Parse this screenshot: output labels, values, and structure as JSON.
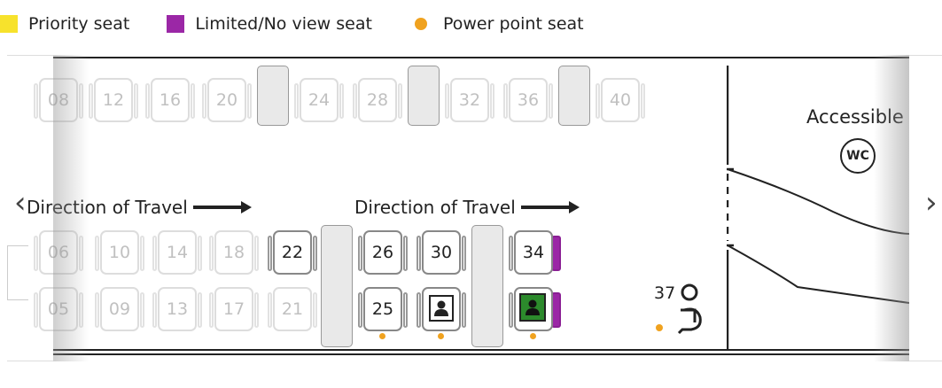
{
  "legend": [
    {
      "label": "Priority seat",
      "color": "#f7e22c",
      "kind": "square"
    },
    {
      "label": "Limited/No view seat",
      "color": "#9b27a6",
      "kind": "square"
    },
    {
      "label": "Power point seat",
      "color": "#f0a21f",
      "kind": "dot"
    }
  ],
  "coach": {
    "direction_label": "Direction of Travel",
    "accessible_label": "Accessible",
    "wc_label": "WC",
    "wheelchair_number": "37",
    "nav": {
      "left": "‹",
      "right": "›"
    },
    "top_row_seats": [
      "08",
      "12",
      "16",
      "20",
      "24",
      "28",
      "32",
      "36",
      "40"
    ],
    "middle_row_seats": [
      "06",
      "10",
      "14",
      "18",
      "22",
      "26",
      "30",
      "34"
    ],
    "bottom_row_seats": [
      "05",
      "09",
      "13",
      "17",
      "21",
      "25",
      "",
      ""
    ]
  }
}
